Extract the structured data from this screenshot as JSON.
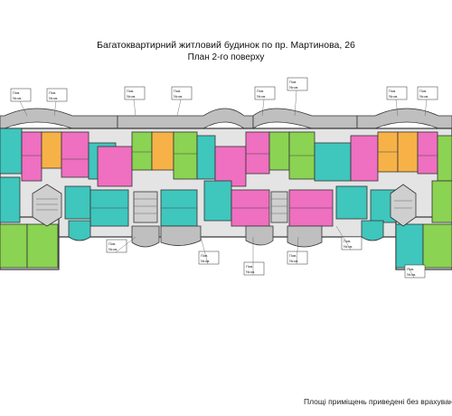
{
  "document": {
    "title": "Багатоквартирний житловий будинок по пр. Мартинова, 26",
    "subtitle": "План 2-го поверху",
    "footnote": "Площі приміщень приведені без врахування"
  },
  "tag_labels": {
    "line1": "Пов.",
    "line2": "№ кв."
  },
  "colors": {
    "teal": "#3fc6bd",
    "pink": "#ef6fc0",
    "orange": "#f7b247",
    "green": "#8bd352",
    "corridor": "#e4e4e4",
    "balcony": "#bfbfbf",
    "wall": "#333333",
    "stair": "#cfcfcf"
  }
}
